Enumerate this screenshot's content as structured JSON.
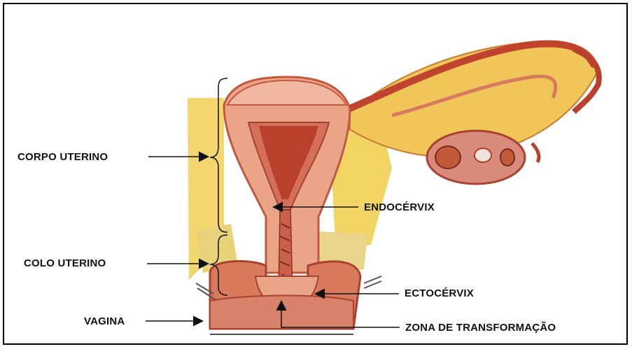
{
  "labels": {
    "corpo_uterino": "CORPO UTERINO",
    "colo_uterino": "COLO UTERINO",
    "vagina": "VAGINA",
    "endocervix": "ENDOCÉRVIX",
    "ectocervix": "ECTOCÉRVIX",
    "zona_transformacao": "ZONA DE TRANSFORMAÇÃO"
  },
  "colors": {
    "frame": "#000000",
    "tissue_light": "#e9a48a",
    "tissue_mid": "#d97a5e",
    "tissue_dark": "#b8402c",
    "fat_yellow": "#f3d24a",
    "label_text": "#111111"
  }
}
